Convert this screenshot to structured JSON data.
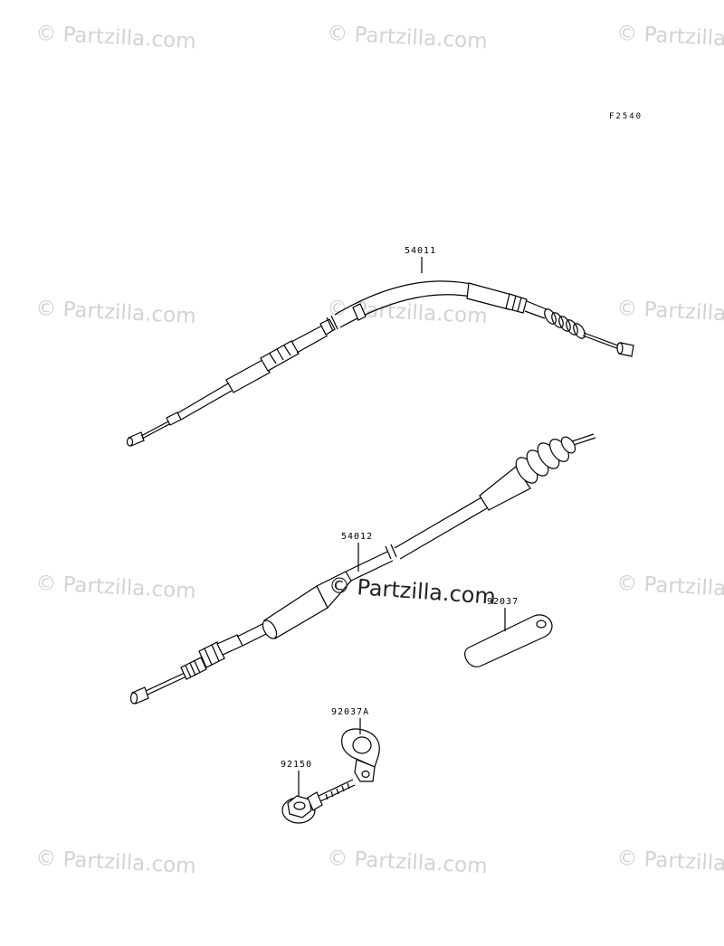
{
  "watermark": {
    "text": "© Partzilla.com",
    "center_text": "© Partzilla.com"
  },
  "diagram": {
    "figure_code": "F2540",
    "parts": [
      {
        "number": "54011"
      },
      {
        "number": "54012"
      },
      {
        "number": "92037"
      },
      {
        "number": "92037A"
      },
      {
        "number": "92150"
      }
    ]
  }
}
